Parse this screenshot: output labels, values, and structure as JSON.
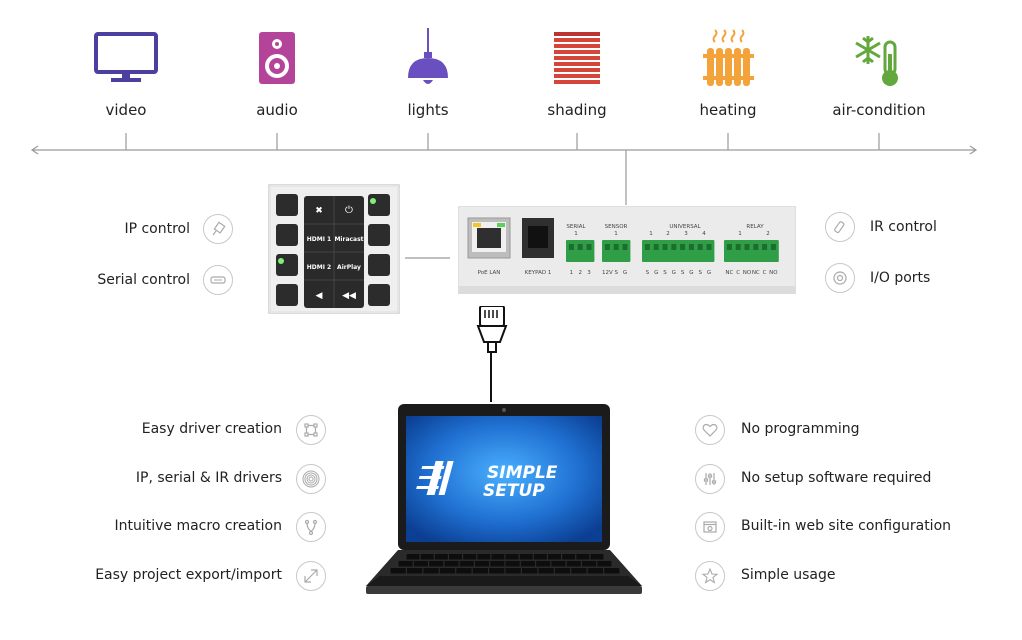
{
  "categories": [
    {
      "label": "video",
      "icon": "tv-icon",
      "color": "#4b3fa0"
    },
    {
      "label": "audio",
      "icon": "speaker-icon",
      "color": "#b4449a"
    },
    {
      "label": "lights",
      "icon": "pendant-lamp-icon",
      "color": "#6a4fc0"
    },
    {
      "label": "shading",
      "icon": "blinds-icon",
      "color": "#d6453a"
    },
    {
      "label": "heating",
      "icon": "radiator-icon",
      "color": "#f3a33a"
    },
    {
      "label": "air-condition",
      "icon": "snowflake-thermometer-icon",
      "color": "#63a83d"
    }
  ],
  "control_left": {
    "ip": "IP control",
    "serial": "Serial control"
  },
  "control_right": {
    "ir": "IR control",
    "io": "I/O ports"
  },
  "keypad": {
    "hdmi1": "HDMI 1",
    "miracast": "Miracast",
    "hdmi2": "HDMI 2",
    "airplay": "AirPlay"
  },
  "din": {
    "poe": "PoE LAN",
    "keypad": "KEYPAD 1",
    "serial": "SERIAL",
    "serial_num": "1",
    "sensor": "SENSOR",
    "sensor_num": "1",
    "universal": "UNIVERSAL",
    "universal_nums": [
      "1",
      "2",
      "3",
      "4"
    ],
    "relay": "RELAY",
    "relay_nums": [
      "1",
      "2"
    ],
    "serial_pins": [
      "1",
      "2",
      "3"
    ],
    "sensor_pins": [
      "12V",
      "S",
      "G"
    ],
    "universal_pins": [
      "S",
      "G",
      "S",
      "G",
      "S",
      "G",
      "S",
      "G"
    ],
    "relay_pins": [
      "NC",
      "C",
      "NO",
      "NC",
      "C",
      "NO"
    ]
  },
  "laptop": {
    "logo_line1": "SIMPLE",
    "logo_line2": "SETUP"
  },
  "features_left": [
    {
      "label": "Easy driver creation",
      "icon": "bezier-icon"
    },
    {
      "label": "IP, serial & IR drivers",
      "icon": "signal-rings-icon"
    },
    {
      "label": "Intuitive macro creation",
      "icon": "branch-icon"
    },
    {
      "label": "Easy project export/import",
      "icon": "export-import-icon"
    }
  ],
  "features_right": [
    {
      "label": "No programming",
      "icon": "heart-icon"
    },
    {
      "label": "No setup software required",
      "icon": "sliders-icon"
    },
    {
      "label": "Built-in web site configuration",
      "icon": "browser-gear-icon"
    },
    {
      "label": "Simple usage",
      "icon": "star-icon"
    }
  ]
}
